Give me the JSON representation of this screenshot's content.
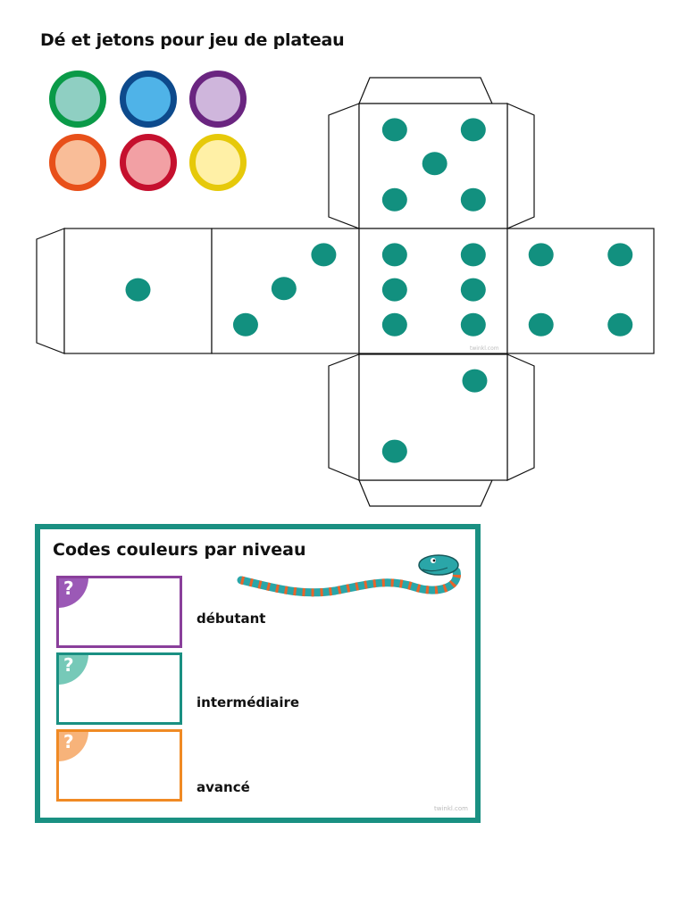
{
  "page": {
    "title": "Dé et jetons pour jeu de plateau"
  },
  "tokens": [
    {
      "ring_color": "#0a9a48",
      "fill_color": "#8fcfc2"
    },
    {
      "ring_color": "#0d4a8c",
      "fill_color": "#4fb3e8"
    },
    {
      "ring_color": "#6a2580",
      "fill_color": "#cfb6dc"
    },
    {
      "ring_color": "#e8501a",
      "fill_color": "#f9bd98"
    },
    {
      "ring_color": "#c5102e",
      "fill_color": "#f2a0a4"
    },
    {
      "ring_color": "#e6c90a",
      "fill_color": "#fff0a6"
    }
  ],
  "die": {
    "pip_color": "#12907f",
    "faces": [
      {
        "name": "top-face",
        "value": 5
      },
      {
        "name": "face-one",
        "value": 1
      },
      {
        "name": "face-three",
        "value": 3
      },
      {
        "name": "face-six",
        "value": 6
      },
      {
        "name": "face-four",
        "value": 4
      },
      {
        "name": "bottom-face",
        "value": 2
      }
    ],
    "watermark": "twinkl.com"
  },
  "legend": {
    "title": "Codes couleurs par niveau",
    "border_color": "#1a9082",
    "watermark": "twinkl.com",
    "levels": [
      {
        "label": "débutant",
        "color": "#8a3f9b",
        "badge_color": "#9b59b6",
        "badge_symbol": "?"
      },
      {
        "label": "intermédiaire",
        "color": "#1a9082",
        "badge_color": "#76c9b8",
        "badge_symbol": "?"
      },
      {
        "label": "avancé",
        "color": "#f08a24",
        "badge_color": "#f7b37a",
        "badge_symbol": "?"
      }
    ]
  }
}
